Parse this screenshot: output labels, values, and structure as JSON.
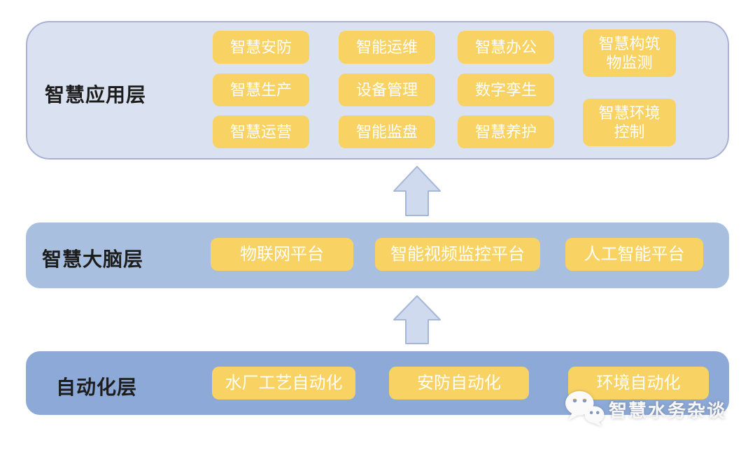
{
  "diagram": {
    "layers": [
      {
        "id": "app",
        "label": "智慧应用层",
        "items": [
          "智慧安防",
          "智慧生产",
          "智慧运营",
          "智能运维",
          "设备管理",
          "智能监盘",
          "智慧办公",
          "数字孪生",
          "智慧养护",
          "智慧构筑物监测",
          "智慧环境控制"
        ]
      },
      {
        "id": "brain",
        "label": "智慧大脑层",
        "items": [
          "物联网平台",
          "智能视频监控平台",
          "人工智能平台"
        ]
      },
      {
        "id": "automation",
        "label": "自动化层",
        "items": [
          "水厂工艺自动化",
          "安防自动化",
          "环境自动化"
        ]
      }
    ],
    "arrows": [
      "up-arrow-automation-to-brain",
      "up-arrow-brain-to-application"
    ],
    "watermark": {
      "icon": "wechat-icon",
      "text": "智慧水务杂谈"
    },
    "colors": {
      "app_layer_bg": "#dae2f2",
      "app_layer_border": "#a9b0d4",
      "brain_layer_bg": "#a9bfe0",
      "automation_layer_bg": "#8ca9d8",
      "item_bg": "#f8d263",
      "item_text": "#ffffff",
      "label_text": "#1d1d1d",
      "arrow_fill": "#cfdaee",
      "arrow_stroke": "#a6b6d8"
    }
  }
}
